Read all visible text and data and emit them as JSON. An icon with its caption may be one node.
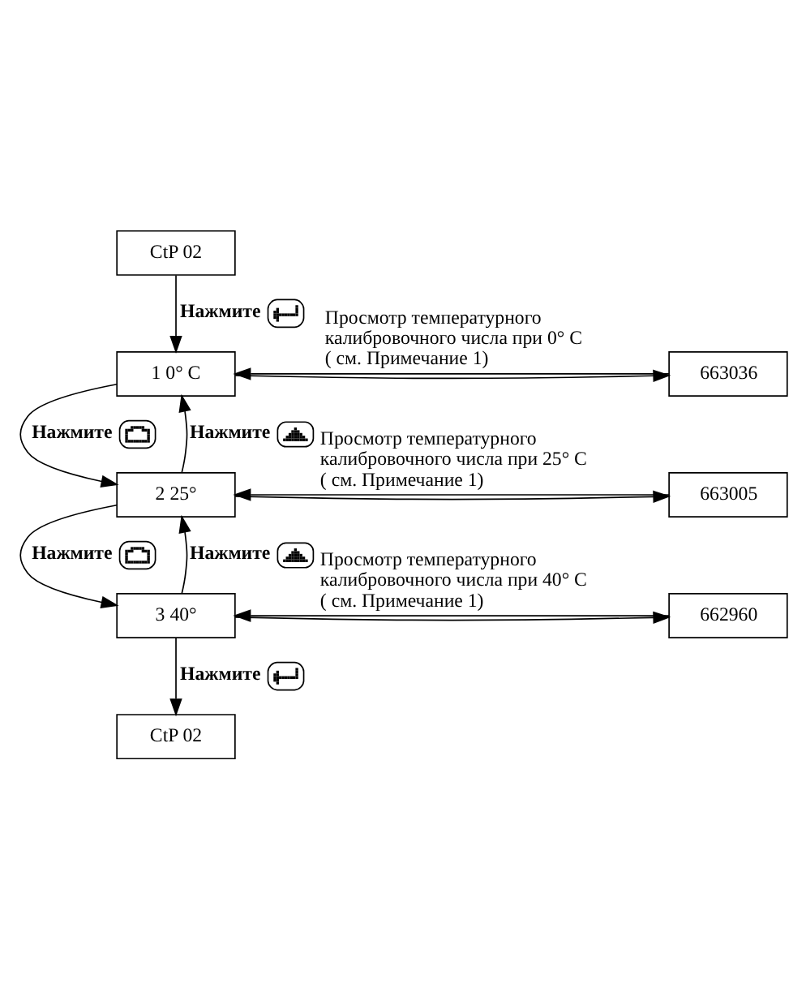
{
  "diagram": {
    "nodes": [
      {
        "text": [
          "CtP 02"
        ]
      },
      {
        "text": [
          "1 0° C"
        ]
      },
      {
        "text": [
          "663036"
        ]
      },
      {
        "text": [
          "2 25°"
        ]
      },
      {
        "text": [
          "663005"
        ]
      },
      {
        "text": [
          "3 40°"
        ]
      },
      {
        "text": [
          "662960"
        ]
      },
      {
        "text": [
          "CtP 02"
        ]
      }
    ],
    "edges": [
      {
        "from": 0,
        "to": 1,
        "arrow": "to",
        "label": "Нажмите"
      },
      {
        "from": 2,
        "to": 1,
        "arrow": "to",
        "label": "Просмотр температурного калибровочного числа при 0° C ( см. Примечание 1)"
      },
      {
        "from": 1,
        "to": 2,
        "arrow": "to"
      },
      {
        "from": 3,
        "to": 1,
        "arrow": "to",
        "label": "Нажмите"
      },
      {
        "from": 1,
        "to": 3,
        "arrow": "to",
        "label": "Нажмите"
      },
      {
        "from": 4,
        "to": 3,
        "arrow": "to",
        "label": "Просмотр температурного калибровочного числа при 25° C ( см. Примечание 1)"
      },
      {
        "from": 3,
        "to": 4,
        "arrow": "to"
      },
      {
        "from": 5,
        "to": 3,
        "arrow": "to",
        "label": "Нажмите"
      },
      {
        "from": 3,
        "to": 5,
        "arrow": "to",
        "label": "Нажмите"
      },
      {
        "from": 6,
        "to": 5,
        "arrow": "to",
        "label": "Просмотр температурного калибровочного числа при 40° C ( см. Примечание 1)"
      },
      {
        "from": 5,
        "to": 6,
        "arrow": "to"
      },
      {
        "from": 5,
        "to": 7,
        "arrow": "to",
        "label": "Нажмите"
      }
    ]
  }
}
